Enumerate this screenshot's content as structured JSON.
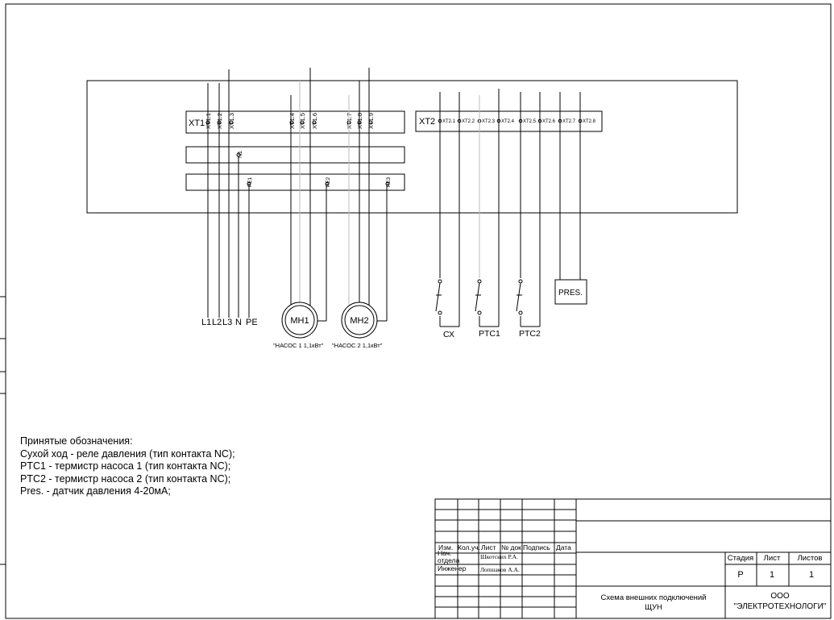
{
  "colors": {
    "line": "#000000",
    "pale": "#bbbbbb",
    "paper": "#ffffff"
  },
  "terminals": {
    "xt1": {
      "label": "XT1",
      "pins": [
        "XT1.1",
        "XT1.2",
        "XT1.3",
        "XT1.4",
        "XT1.5",
        "XT1.6",
        "XT1.7",
        "XT1.8",
        "XT1.9"
      ],
      "n_pin": "N1",
      "pe_pins": [
        "PE1",
        "PE2",
        "PE3"
      ]
    },
    "xt2": {
      "label": "XT2",
      "pins": [
        "XT2.1",
        "XT2.2",
        "XT2.3",
        "XT2.4",
        "XT2.5",
        "XT2.6",
        "XT2.7",
        "XT2.8"
      ]
    }
  },
  "supply": {
    "l1": "L1",
    "l2": "L2",
    "l3": "L3",
    "n": "N",
    "pe": "PE"
  },
  "motors": [
    {
      "label": "МН1",
      "caption": "\"НАСОС 1 1,1кВт\""
    },
    {
      "label": "МН2",
      "caption": "\"НАСОС 2 1,1кВт\""
    }
  ],
  "sensors": {
    "cx": "СХ",
    "ptc1": "PTC1",
    "ptc2": "PTC2",
    "pres": "PRES."
  },
  "legend": {
    "title": "Принятые обозначения:",
    "items": [
      "Сухой ход - реле давления (тип контакта NC);",
      "PTC1 - термистр насоса 1 (тип контакта NC);",
      "PTC2 - термистр насоса 2 (тип контакта NC);",
      "Pres. - датчик давления 4-20мА;"
    ]
  },
  "title_block": {
    "headers": {
      "izm": "Изм.",
      "kol": "Кол.уч.",
      "list": "Лист",
      "ndoc": "№ док.",
      "podp": "Подпись",
      "date": "Дата"
    },
    "roles": [
      {
        "role": "Нач. отдела",
        "name": "Шкотских Р.А."
      },
      {
        "role": "Инженер",
        "name": "Лопшаков А.А."
      }
    ],
    "stage_label": "Стадия",
    "sheet_label": "Лист",
    "sheets_label": "Листов",
    "stage": "Р",
    "sheet": "1",
    "sheets": "1",
    "doc_title_line1": "Схема внешних подключений",
    "doc_title_line2": "ЩУН",
    "company_line1": "ООО",
    "company_line2": "\"ЭЛЕКТРОТЕХНОЛОГИ\""
  }
}
